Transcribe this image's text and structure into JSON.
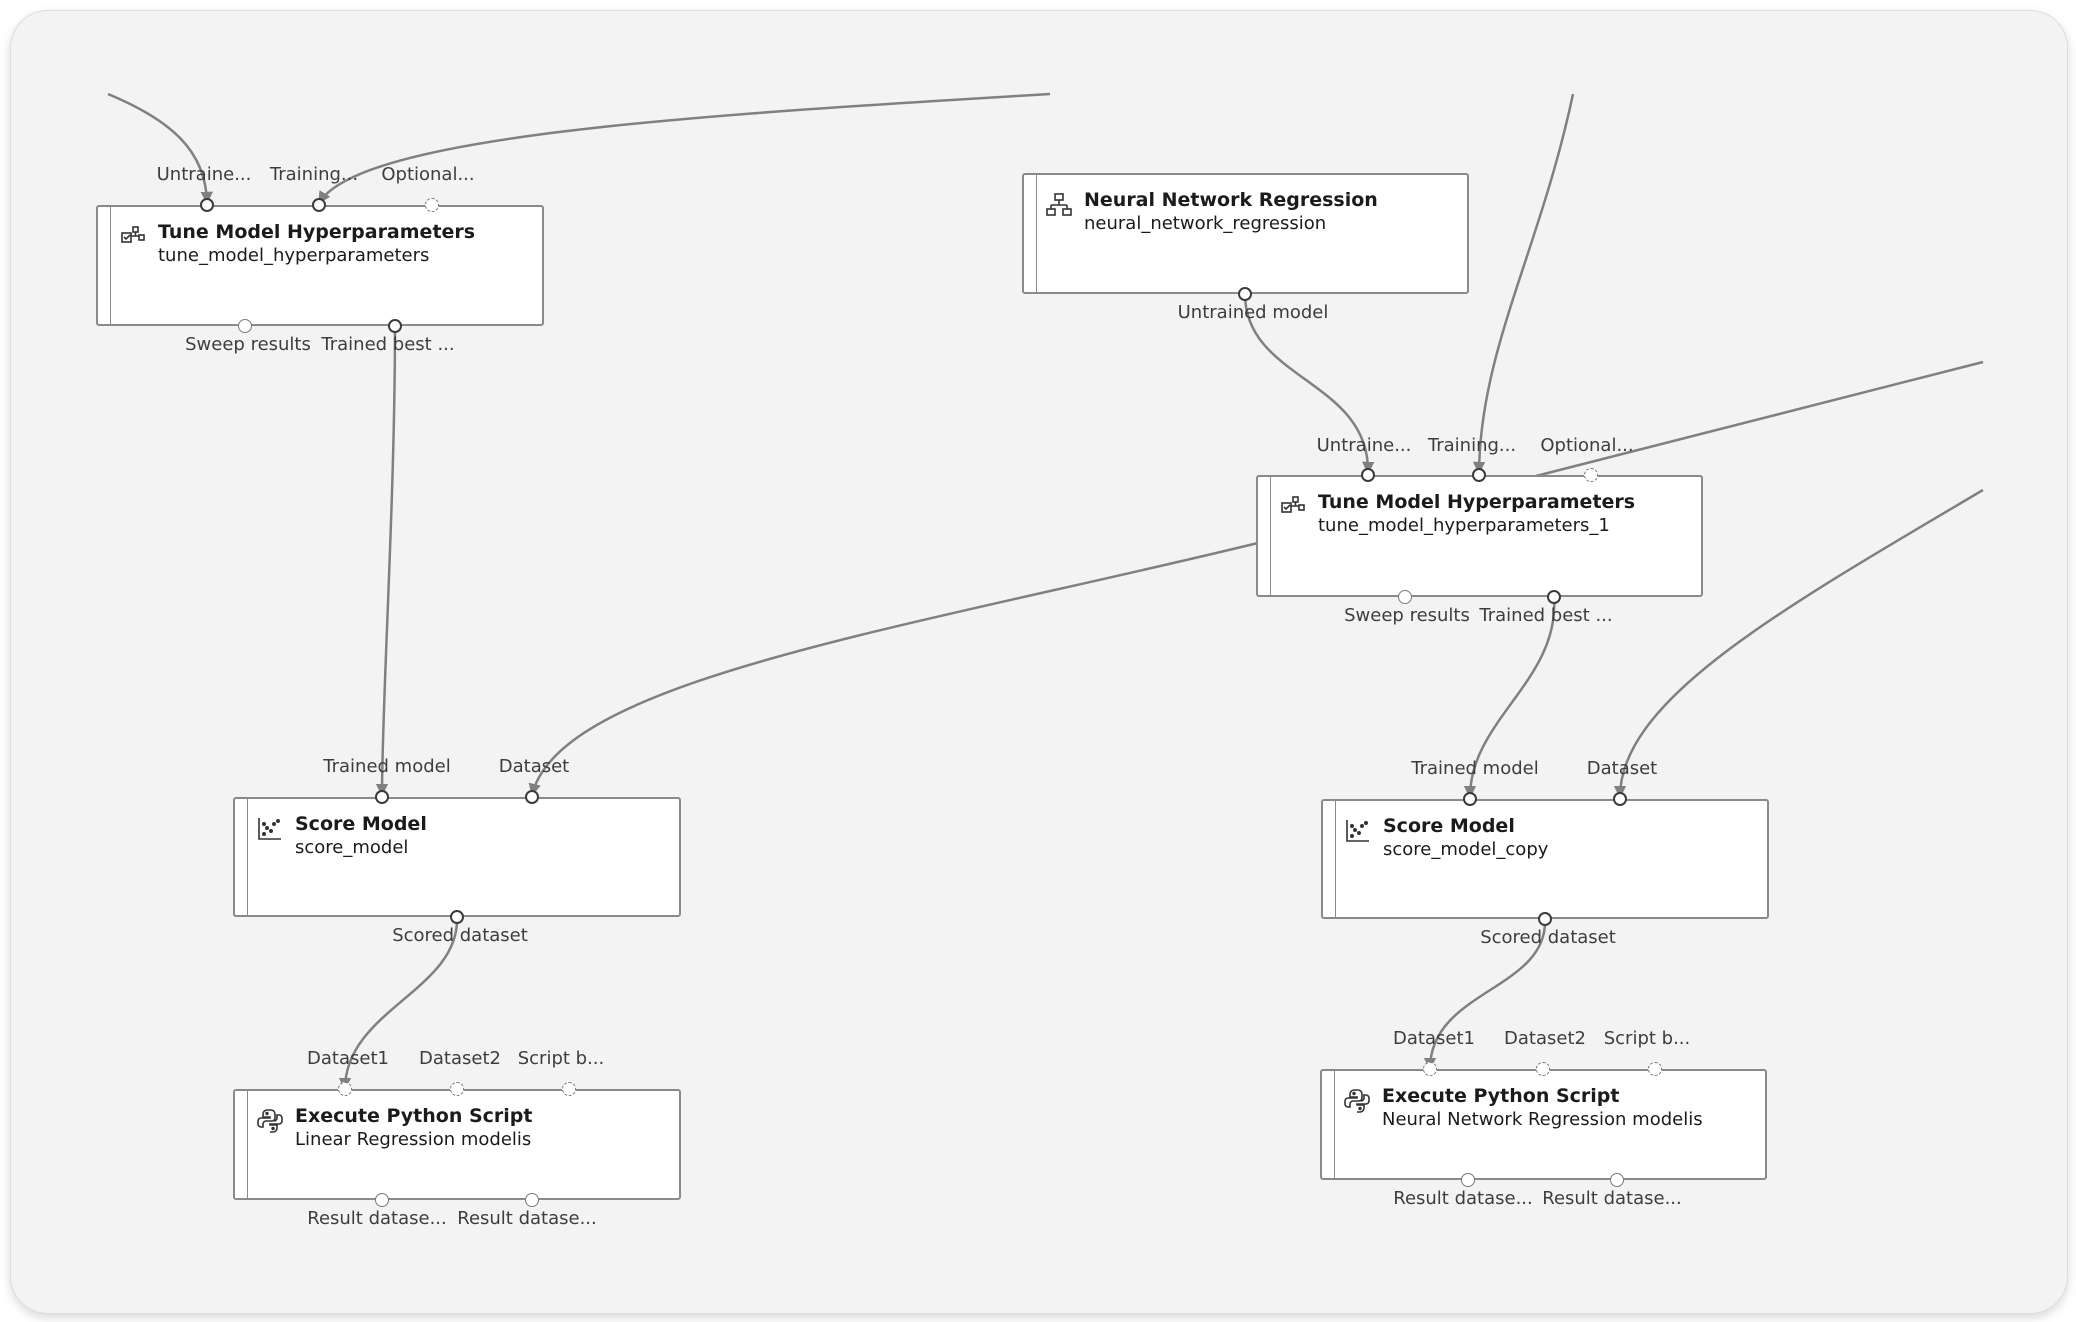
{
  "nodes": {
    "tune1": {
      "title": "Tune Model Hyperparameters",
      "subtitle": "tune_model_hyperparameters",
      "icon": "tune-hyperparameters-icon",
      "inputs": [
        "Untraine...",
        "Training...",
        "Optional..."
      ],
      "outputs": [
        "Sweep results",
        "Trained best ..."
      ]
    },
    "nnr": {
      "title": "Neural Network Regression",
      "subtitle": "neural_network_regression",
      "icon": "network-tree-icon",
      "outputs": [
        "Untrained model"
      ]
    },
    "tune2": {
      "title": "Tune Model Hyperparameters",
      "subtitle": "tune_model_hyperparameters_1",
      "icon": "tune-hyperparameters-icon",
      "inputs": [
        "Untraine...",
        "Training...",
        "Optional..."
      ],
      "outputs": [
        "Sweep results",
        "Trained best ..."
      ]
    },
    "score1": {
      "title": "Score Model",
      "subtitle": "score_model",
      "icon": "scatter-plot-icon",
      "inputs": [
        "Trained model",
        "Dataset"
      ],
      "outputs": [
        "Scored dataset"
      ]
    },
    "score2": {
      "title": "Score Model",
      "subtitle": "score_model_copy",
      "icon": "scatter-plot-icon",
      "inputs": [
        "Trained model",
        "Dataset"
      ],
      "outputs": [
        "Scored dataset"
      ]
    },
    "py1": {
      "title": "Execute Python Script",
      "subtitle": "Linear Regression modelis",
      "icon": "python-icon",
      "inputs": [
        "Dataset1",
        "Dataset2",
        "Script b..."
      ],
      "outputs": [
        "Result datase...",
        "Result datase..."
      ]
    },
    "py2": {
      "title": "Execute Python Script",
      "subtitle": "Neural Network Regression modelis",
      "icon": "python-icon",
      "inputs": [
        "Dataset1",
        "Dataset2",
        "Script b..."
      ],
      "outputs": [
        "Result datase...",
        "Result datase..."
      ]
    }
  },
  "colors": {
    "canvas": "#f3f3f3",
    "wire": "#808080",
    "node_border": "#8a8a8a"
  }
}
